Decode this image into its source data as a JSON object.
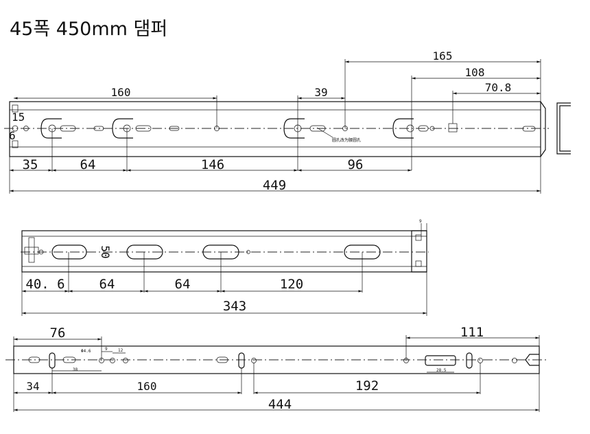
{
  "title": "45폭 450mm 댐퍼",
  "slide1": {
    "d165": "165",
    "d108": "108",
    "d70_8": "70.8",
    "d160": "160",
    "d39": "39",
    "d15": "15",
    "d6": "6",
    "d35": "35",
    "d64": "64",
    "d146": "146",
    "d96": "96",
    "d449": "449",
    "note": "圆孔改为腰圆孔"
  },
  "slide2": {
    "d9": "9",
    "d50": "50",
    "d40_6": "40. 6",
    "d64a": "64",
    "d64b": "64",
    "d120": "120",
    "d343": "343"
  },
  "slide3": {
    "d76": "76",
    "d111": "111",
    "dphi": "Φ4.6",
    "d9": "9",
    "d12": "12",
    "d38": "38",
    "d28_5": "28.5",
    "d34": "34",
    "d160": "160",
    "d192": "192",
    "d444": "444"
  }
}
